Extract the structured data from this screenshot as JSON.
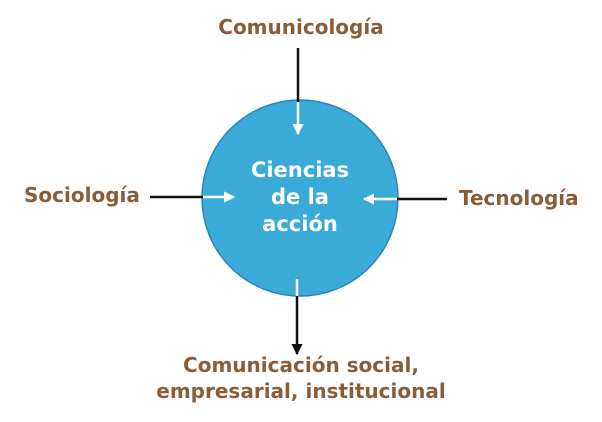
{
  "diagram": {
    "center": {
      "line1": "Ciencias",
      "line2": "de la",
      "line3": "acción"
    },
    "top_label": "Comunicología",
    "left_label": "Sociología",
    "right_label": "Tecnología",
    "bottom_label_line1": "Comunicación social,",
    "bottom_label_line2": "empresarial, institucional"
  },
  "colors": {
    "circle_fill": "#3aabd9",
    "circle_stroke": "#2a86b2",
    "label_text": "#8a5d38",
    "arrow_outside": "#111111",
    "arrow_inside": "#ffffff"
  }
}
